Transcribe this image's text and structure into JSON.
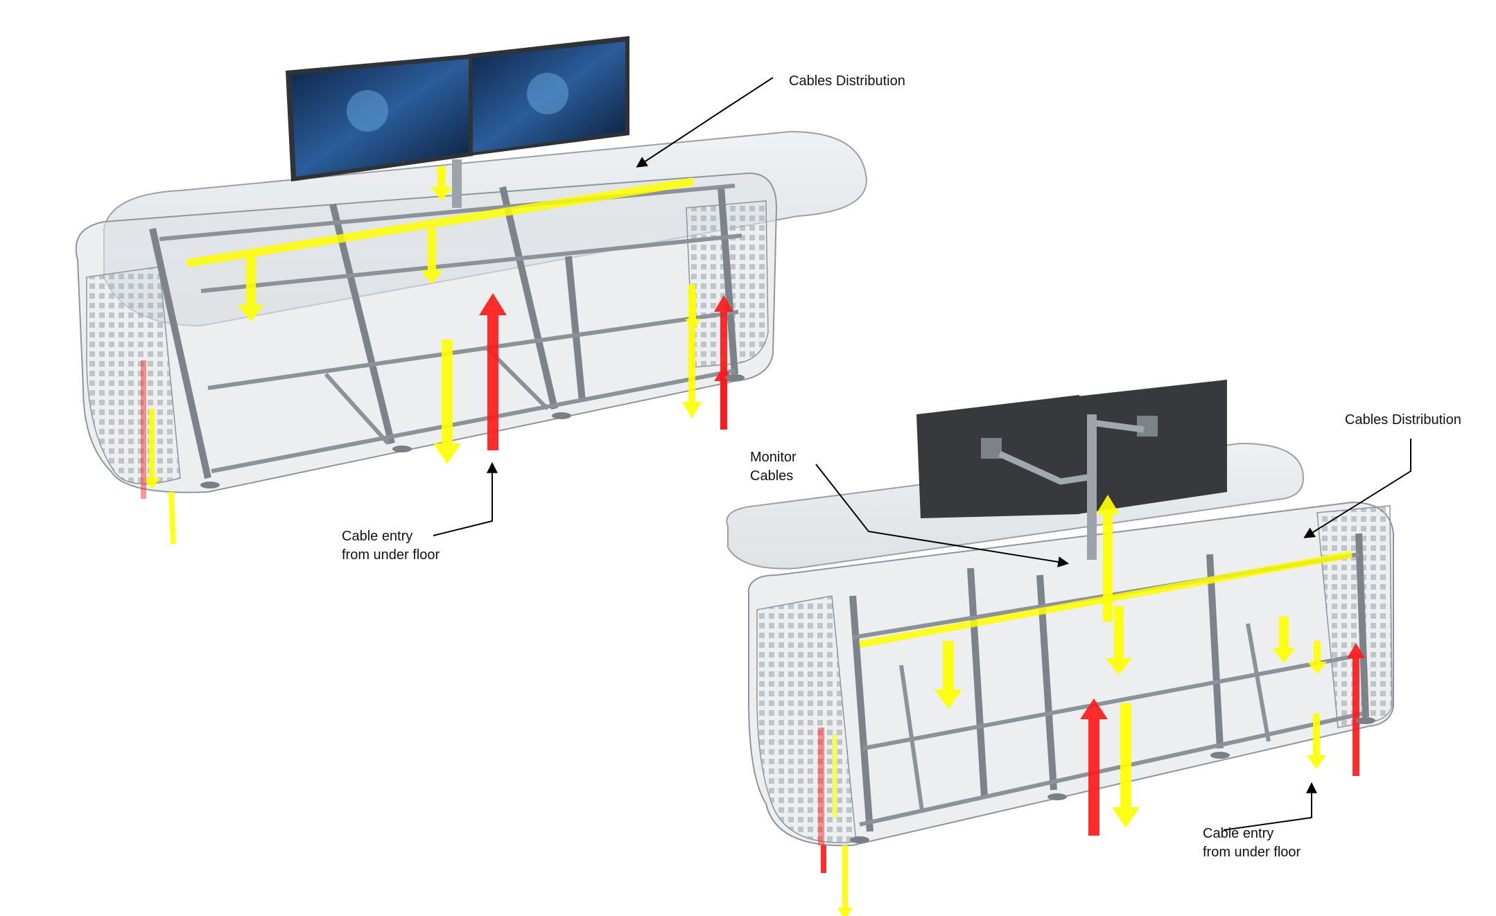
{
  "labels": {
    "top_cables_distribution": "Cables Distribution",
    "top_cable_entry_line1": "Cable entry",
    "top_cable_entry_line2": "from under floor",
    "bottom_cables_distribution": "Cables Distribution",
    "monitor_cables_line1": "Monitor",
    "monitor_cables_line2": "Cables",
    "bottom_cable_entry_line1": "Cable entry",
    "bottom_cable_entry_line2": "from under floor"
  },
  "colors": {
    "cable_power": "#ff1a1a",
    "cable_data": "#ffff00",
    "frame": "#8a8f96",
    "glass": "#d7dbe0",
    "screen_dark": "#38393c",
    "screen_blue": "#1c3f74",
    "annotation": "#000000"
  }
}
